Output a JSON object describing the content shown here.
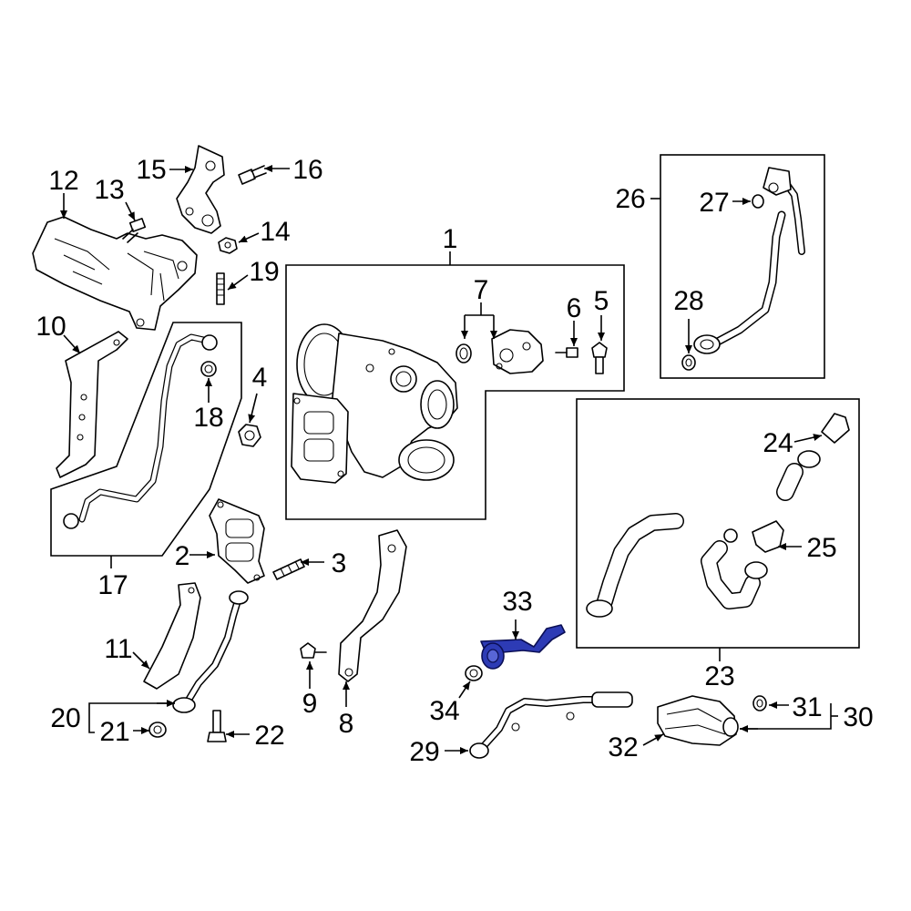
{
  "diagram": {
    "callouts": {
      "c1": "1",
      "c2": "2",
      "c3": "3",
      "c4": "4",
      "c5": "5",
      "c6": "6",
      "c7": "7",
      "c8": "8",
      "c9": "9",
      "c10": "10",
      "c11": "11",
      "c12": "12",
      "c13": "13",
      "c14": "14",
      "c15": "15",
      "c16": "16",
      "c17": "17",
      "c18": "18",
      "c19": "19",
      "c20": "20",
      "c21": "21",
      "c22": "22",
      "c23": "23",
      "c24": "24",
      "c25": "25",
      "c26": "26",
      "c27": "27",
      "c28": "28",
      "c29": "29",
      "c30": "30",
      "c31": "31",
      "c32": "32",
      "c33": "33",
      "c34": "34"
    },
    "highlighted_part": "33",
    "highlight_color": "#2d3bb5"
  }
}
